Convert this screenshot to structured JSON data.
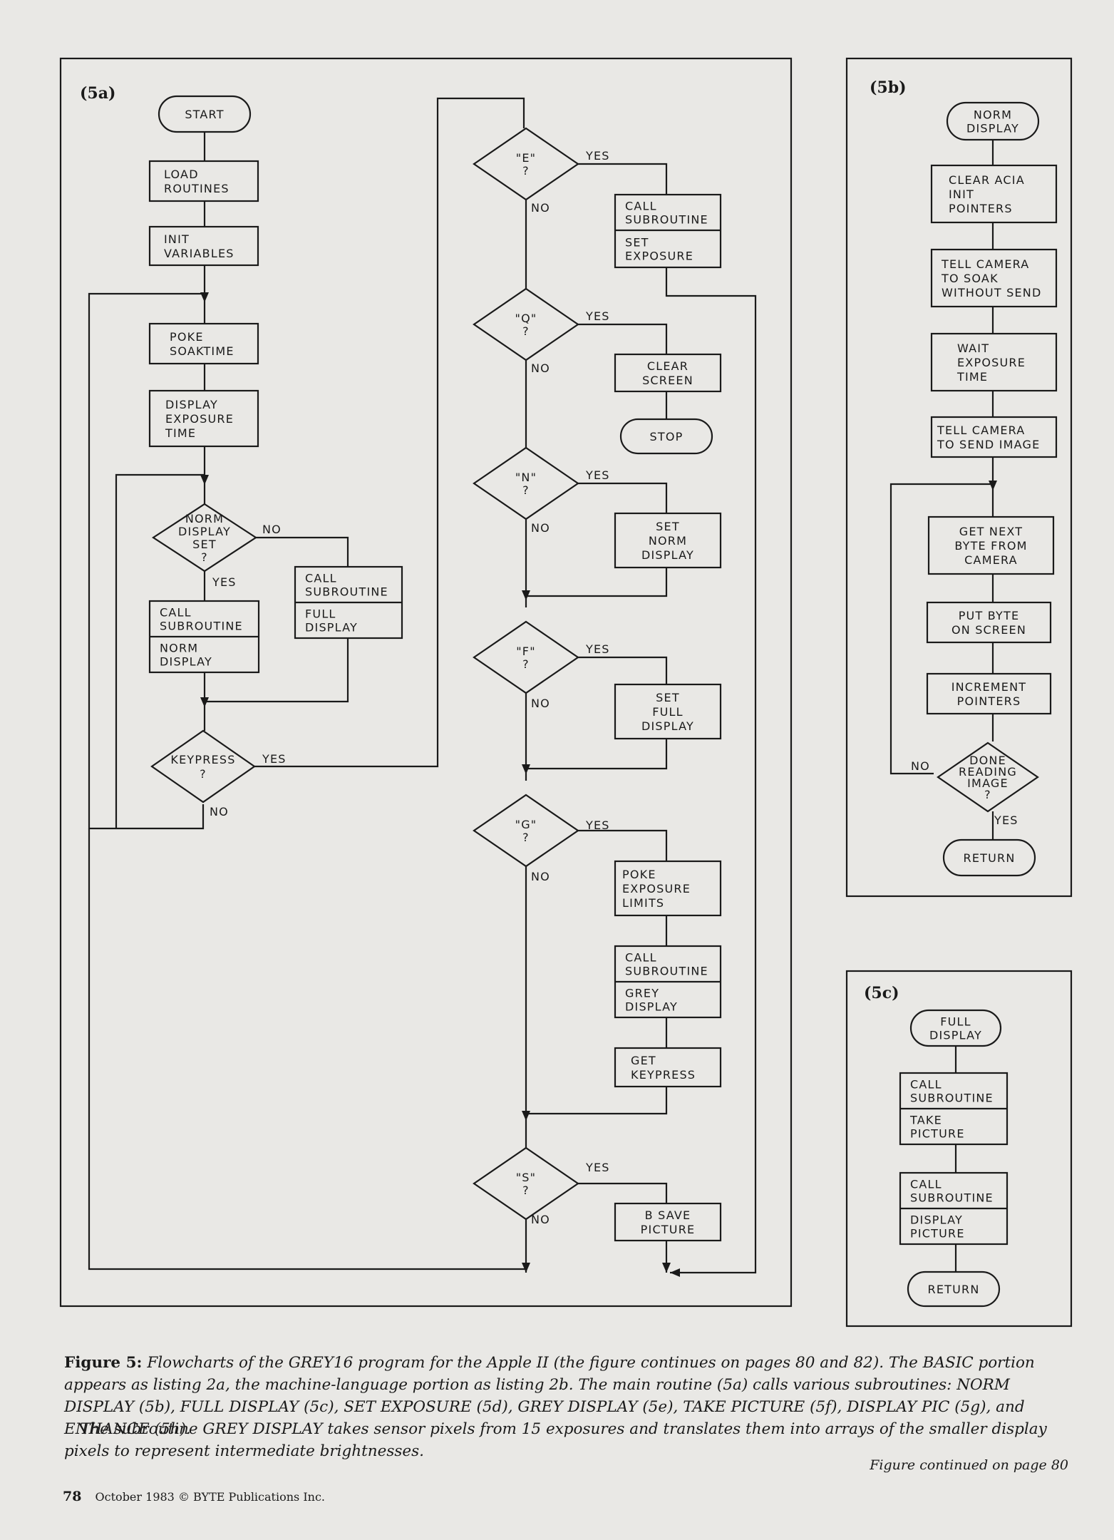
{
  "panels": {
    "a": {
      "label": "(5a)"
    },
    "b": {
      "label": "(5b)"
    },
    "c": {
      "label": "(5c)"
    }
  },
  "nodes": {
    "start": [
      "START"
    ],
    "load_routines": [
      "LOAD",
      "ROUTINES"
    ],
    "init_variables": [
      "INIT",
      "VARIABLES"
    ],
    "poke_soaktime": [
      "POKE",
      "SOAKTIME"
    ],
    "display_exposure_time": [
      "DISPLAY",
      "EXPOSURE",
      "TIME"
    ],
    "norm_display_set": [
      "NORM",
      "DISPLAY",
      "SET",
      "?"
    ],
    "call_sub_norm_top": [
      "CALL",
      "SUBROUTINE"
    ],
    "call_sub_norm_bottom": [
      "NORM",
      "DISPLAY"
    ],
    "call_sub_full_top": [
      "CALL",
      "SUBROUTINE"
    ],
    "call_sub_full_bottom": [
      "FULL",
      "DISPLAY"
    ],
    "keypress": [
      "KEYPRESS",
      "?"
    ],
    "e_q": [
      "\"E\"",
      "?"
    ],
    "call_sub_exposure_top": [
      "CALL",
      "SUBROUTINE"
    ],
    "call_sub_exposure_bottom": [
      "SET",
      "EXPOSURE"
    ],
    "q_q": [
      "\"Q\"",
      "?"
    ],
    "clear_screen": [
      "CLEAR",
      "SCREEN"
    ],
    "stop": [
      "STOP"
    ],
    "n_q": [
      "\"N\"",
      "?"
    ],
    "set_norm_display": [
      "SET",
      "NORM",
      "DISPLAY"
    ],
    "f_q": [
      "\"F\"",
      "?"
    ],
    "set_full_display": [
      "SET",
      "FULL",
      "DISPLAY"
    ],
    "g_q": [
      "\"G\"",
      "?"
    ],
    "poke_exposure_limits": [
      "POKE",
      "EXPOSURE",
      "LIMITS"
    ],
    "call_sub_grey_top": [
      "CALL",
      "SUBROUTINE"
    ],
    "call_sub_grey_bottom": [
      "GREY",
      "DISPLAY"
    ],
    "get_keypress": [
      "GET",
      "KEYPRESS"
    ],
    "s_q": [
      "\"S\"",
      "?"
    ],
    "b_save_picture": [
      "B SAVE",
      "PICTURE"
    ],
    "b_norm_display": [
      "NORM",
      "DISPLAY"
    ],
    "clear_acia": [
      "CLEAR ACIA",
      "INIT",
      "POINTERS"
    ],
    "tell_soak": [
      "TELL CAMERA",
      "TO SOAK",
      "WITHOUT SEND"
    ],
    "wait_exposure": [
      "WAIT",
      "EXPOSURE",
      "TIME"
    ],
    "tell_send": [
      "TELL CAMERA",
      "TO SEND IMAGE"
    ],
    "get_next_byte": [
      "GET NEXT",
      "BYTE FROM",
      "CAMERA"
    ],
    "put_byte": [
      "PUT BYTE",
      "ON SCREEN"
    ],
    "increment_pointers": [
      "INCREMENT",
      "POINTERS"
    ],
    "done_reading": [
      "DONE",
      "READING",
      "IMAGE",
      "?"
    ],
    "b_return": [
      "RETURN"
    ],
    "c_full_display": [
      "FULL",
      "DISPLAY"
    ],
    "call_sub_take_top": [
      "CALL",
      "SUBROUTINE"
    ],
    "call_sub_take_bottom": [
      "TAKE",
      "PICTURE"
    ],
    "call_sub_dpic_top": [
      "CALL",
      "SUBROUTINE"
    ],
    "call_sub_dpic_bottom": [
      "DISPLAY",
      "PICTURE"
    ],
    "c_return": [
      "RETURN"
    ]
  },
  "branch_labels": {
    "yes": "YES",
    "no": "NO"
  },
  "caption": {
    "figure_label": "Figure 5:",
    "main_text": "Flowcharts of the GREY16 program for the Apple II (the figure continues on pages 80 and 82). The BASIC portion appears as listing 2a, the machine-language portion as listing 2b. The main routine (5a) calls various subroutines: NORM DISPLAY (5b), FULL DISPLAY (5c), SET EXPOSURE (5d), GREY DISPLAY (5e), TAKE PICTURE (5f), DISPLAY PIC (5g), and ENHANCE (5h).",
    "second_paragraph": "The subroutine GREY DISPLAY takes sensor pixels from 15 exposures and translates them into arrays of the smaller display pixels to represent intermediate brightnesses.",
    "continued": "Figure continued on page 80"
  },
  "footer": {
    "page_number": "78",
    "text": "October 1983 © BYTE Publications Inc."
  },
  "colors": {
    "background": "#e9e8e5",
    "ink": "#1a1a1a"
  }
}
